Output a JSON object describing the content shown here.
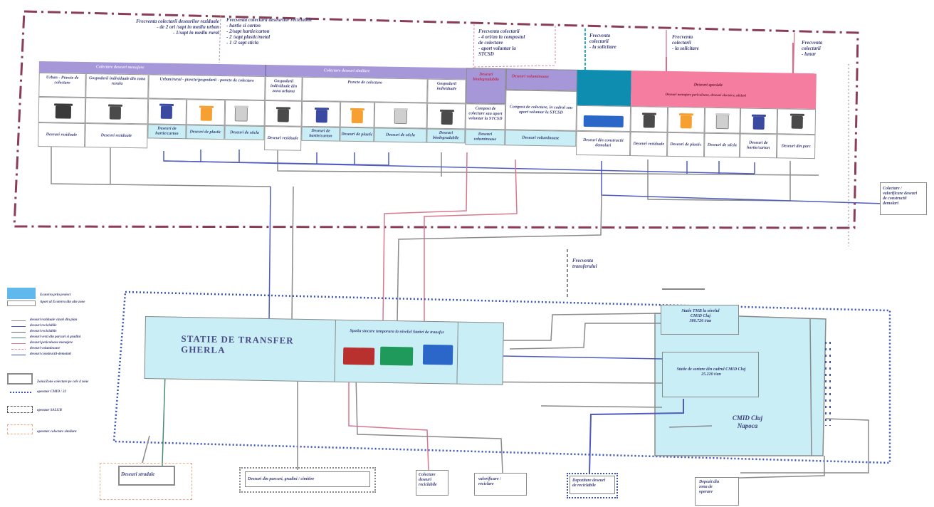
{
  "top_notes": {
    "note1": "Frecventa colectarii deseurilor reziduale\n- de 2 ori /sapt in mediu urban\n- 1/sapt in mediu rural",
    "note2": "Frecventa colectarii deseurilor reciclabile\n- hartie si carton\n- 2/sapt hartie/carton\n- 2 /sapt plastic/metal\n- 1 /2 sapt sticla",
    "note3": "Frecventa colectarii\n- 4 ori/an la compostul\nde colectare\n- aport voluntar la\nSTCSD",
    "note4": "Frecventa\ncolectarii\n- la solicitare",
    "note5": "Frecventa\ncolectarii\n- la solicitare",
    "note6": "Frecventa\ncolectarii\n- lunar"
  },
  "table": {
    "band_left": "Colectare deseuri menajere",
    "band_right": "Colectare deseuri similare",
    "band_bio": "Deseuri\nbiodegradabile",
    "band_bio2": "Deseuri voluminoase",
    "band_special": "Deseuri speciale",
    "band_special_sub": "Deseuri menajere periculoase, deseuri electrice, uleiuri",
    "headers": [
      "Urban - Puncte de colectare",
      "Gospodarii individuale din zona rurala",
      "Urban/rural - puncte/gospodarii - puncte de colectare",
      "Gospodarii individuale din zona urbana",
      "Puncte de colectare",
      "Gospodarii individuale",
      "Compost de colectare sau aport voluntar la STCSD",
      "Compost de colectare, in cadrul sau aport voluntar la STCSD"
    ],
    "labels": [
      "Deseuri reziduale",
      "Deseuri reziduale",
      "Deseuri de hartie/carton",
      "Deseuri de plastic",
      "Deseuri de sticla",
      "Deseuri reziduale",
      "Deseuri de hartie/carton",
      "Deseuri de plastic",
      "Deseuri de sticla",
      "Deseuri biodegradabile",
      "Deseuri voluminoase",
      "Deseuri voluminoase",
      "Deseuri din constructii demolari",
      "Deseuri reziduale",
      "Deseuri de plastic",
      "Deseuri de sticla",
      "Deseuri de hartie/carton",
      "Deseuri din parc"
    ]
  },
  "side_right_box": "Colectare /\nvalorificare deseuri\nde constructii\ndemolari",
  "frequency_label": "Frecventa\ntransferului",
  "transfer_station": {
    "title_line1": "STATIE DE TRANSFER",
    "title_line2": "GHERLA",
    "container_caption": "Spatiu stocare temporara la nivelul Statiei de transfer"
  },
  "cmid": {
    "tmb": "Statie TMB la nivelul\nCMID Cluj\n380.726 t/an",
    "sort": "Statie de sortare din cadrul CMID Cluj\n25.220 t/an",
    "name_line1": "CMID Cluj",
    "name_line2": "Napoca"
  },
  "legend": {
    "l1": "Ecoterra prin proiect",
    "l2": "Aport al Ecoterra din alte zone",
    "l3": "deseuri reziduale vizuri din plan",
    "l4": "deseuri reciclabile",
    "l5": "deseuri reciclabile",
    "l6": "deseuri verzi din parcuri si gradini",
    "l7": "deseuri periculoase menajere",
    "l8": "deseuri voluminoase",
    "l9": "deseuri constructii-demolari",
    "l10": "Zona/Zone colectare pe cele 4 zone",
    "l11": "operator CMID / 22",
    "l12": "operator SALUB",
    "l13": "operator colectare similara"
  },
  "bottom_boxes": {
    "b1": "Deseuri stradale",
    "b2": "Deseuri din parcuri, gradini / cimitire",
    "b3": "Colectare\ndeseuri\nreciclabile",
    "b4": "valorificare /\nreciclare",
    "b5": "Depozitare deseuri\nde reciclabile",
    "b6": "Depozit din\nzona de\noperare"
  },
  "colors": {
    "purple_band": "#a697d8",
    "pink_band": "#f57ea0",
    "teal_block": "#0f8db0",
    "cyan_fill": "#c9eef6",
    "blue_line": "#4f5bbf",
    "gray_line": "#8a8a8a",
    "pink_line": "#d87890",
    "dashdot_border": "#8a3d55",
    "dotted_blue": "#3a53b8"
  }
}
